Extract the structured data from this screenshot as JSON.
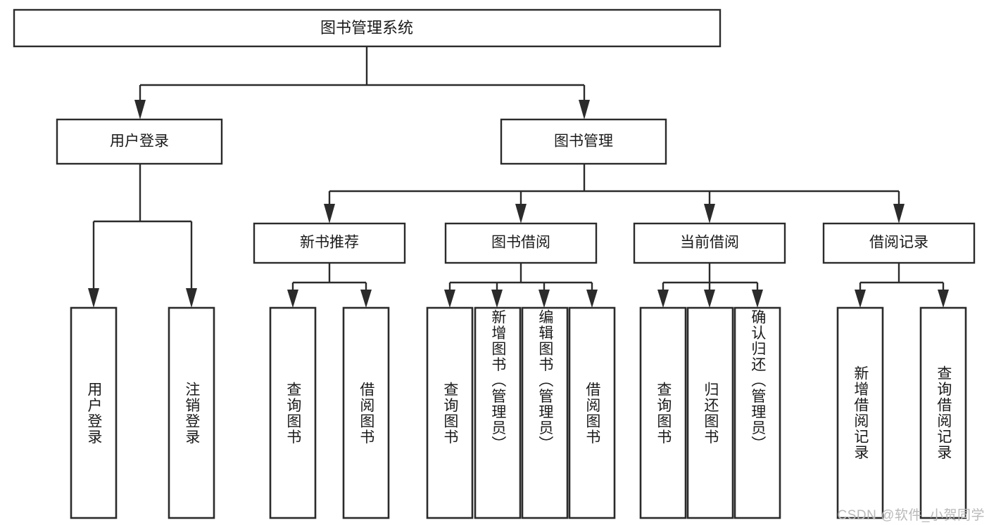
{
  "diagram": {
    "type": "tree-hierarchy",
    "title": "图书管理系统",
    "watermark": "CSDN @软件_小贺同学",
    "colors": {
      "stroke": "#2b2b2b",
      "fill": "#ffffff",
      "text": "#1a1a1a",
      "watermark": "#b9b9b9"
    },
    "root": {
      "label": "图书管理系统"
    },
    "level2": [
      {
        "label": "用户登录"
      },
      {
        "label": "图书管理"
      }
    ],
    "level3": [
      {
        "label": "新书推荐"
      },
      {
        "label": "图书借阅"
      },
      {
        "label": "当前借阅"
      },
      {
        "label": "借阅记录"
      }
    ],
    "leaves": {
      "user_login": [
        {
          "label": "用户登录"
        },
        {
          "label": "注销登录"
        }
      ],
      "new_book_rec": [
        {
          "label": "查询图书"
        },
        {
          "label": "借阅图书"
        }
      ],
      "book_borrow": [
        {
          "label": "查询图书"
        },
        {
          "label": "新增图书（管理员）"
        },
        {
          "label": "编辑图书（管理员）"
        },
        {
          "label": "借阅图书"
        }
      ],
      "current_borrow": [
        {
          "label": "查询图书"
        },
        {
          "label": "归还图书"
        },
        {
          "label": "确认归还（管理员）"
        }
      ],
      "borrow_record": [
        {
          "label": "新增借阅记录"
        },
        {
          "label": "查询借阅记录"
        }
      ]
    }
  }
}
